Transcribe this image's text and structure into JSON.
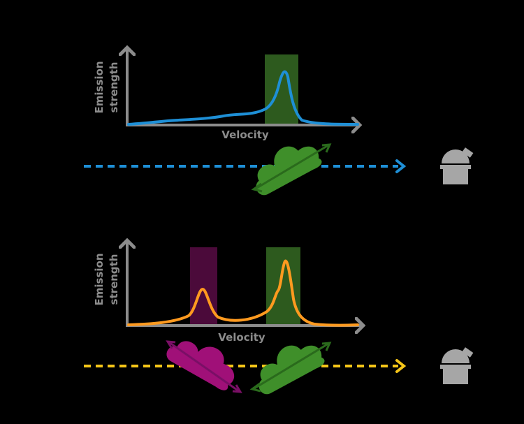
{
  "colors": {
    "background": "#000000",
    "axis": "#8c8c8c",
    "label": "#8c8c8c",
    "blue_line": "#1e8fd6",
    "orange_line": "#ff9a1f",
    "yellow_dash": "#f5c518",
    "green_band": "#2d5a1e",
    "purple_band": "#4b0a3a",
    "green_cloud": "#3f8f2a",
    "green_arrow": "#2a6a1c",
    "magenta_cloud": "#a01078",
    "purple_arrow": "#7a0f66",
    "telescope": "#a6a6a6"
  },
  "top_panel": {
    "ylabel_line1": "Emission",
    "ylabel_line2": "strength",
    "xlabel": "Velocity",
    "line_of_sight_icon": "dashed-arrow-blue",
    "cloud_icon": "green-cloud-icon",
    "observer_icon": "observatory-dome-icon"
  },
  "bottom_panel": {
    "ylabel_line1": "Emission",
    "ylabel_line2": "strength",
    "xlabel": "Velocity",
    "line_of_sight_icon": "dashed-arrow-yellow",
    "cloud_icons": [
      "magenta-cloud-icon",
      "green-cloud-icon"
    ],
    "observer_icon": "observatory-dome-icon"
  }
}
